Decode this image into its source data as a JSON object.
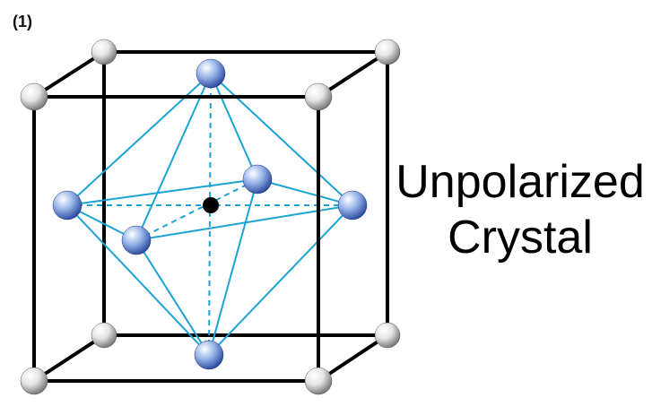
{
  "panel_label": "(1)",
  "caption": {
    "line1": "Unpolarized",
    "line2": "Crystal"
  },
  "colors": {
    "cube_edges": "#000000",
    "octahedron_lines": "#1aa3d4",
    "corner_atom": "#c8c8c8",
    "face_atom": "#4a7fd0",
    "center_atom": "#000000"
  },
  "icons": {
    "corner_atom": "gray-sphere-icon",
    "face_atom": "blue-sphere-icon",
    "center_atom": "black-dot-icon"
  }
}
